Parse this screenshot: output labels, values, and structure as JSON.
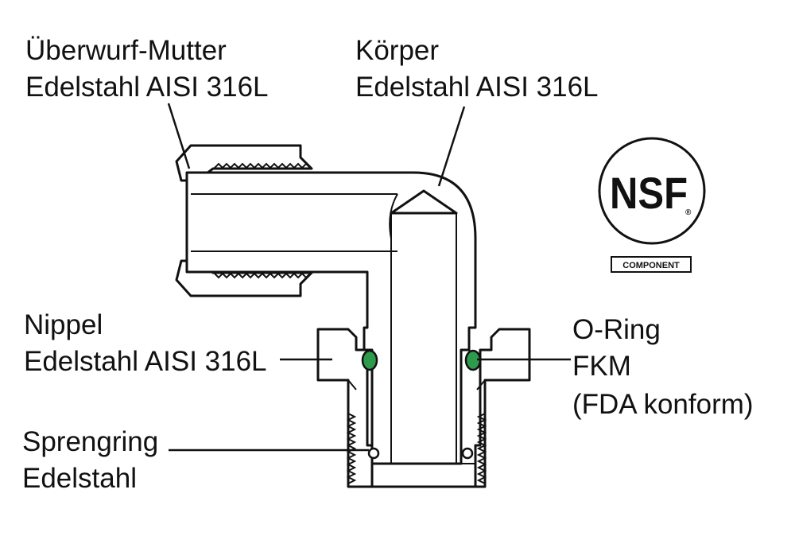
{
  "labels": {
    "nut": {
      "line1": "Überwurf-Mutter",
      "line2": "Edelstahl AISI 316L"
    },
    "body": {
      "line1": "Körper",
      "line2": "Edelstahl AISI 316L"
    },
    "nipple": {
      "line1": "Nippel",
      "line2": "Edelstahl AISI 316L"
    },
    "oring": {
      "line1": "O-Ring",
      "line2": "FKM",
      "line3": "(FDA konform)"
    },
    "snapring": {
      "line1": "Sprengring",
      "line2": "Edelstahl"
    }
  },
  "logo": {
    "mark": "NSF",
    "registered": "®",
    "badge": "COMPONENT"
  },
  "colors": {
    "oring": "#2e9a4c",
    "ink": "#111111",
    "background": "#ffffff"
  }
}
